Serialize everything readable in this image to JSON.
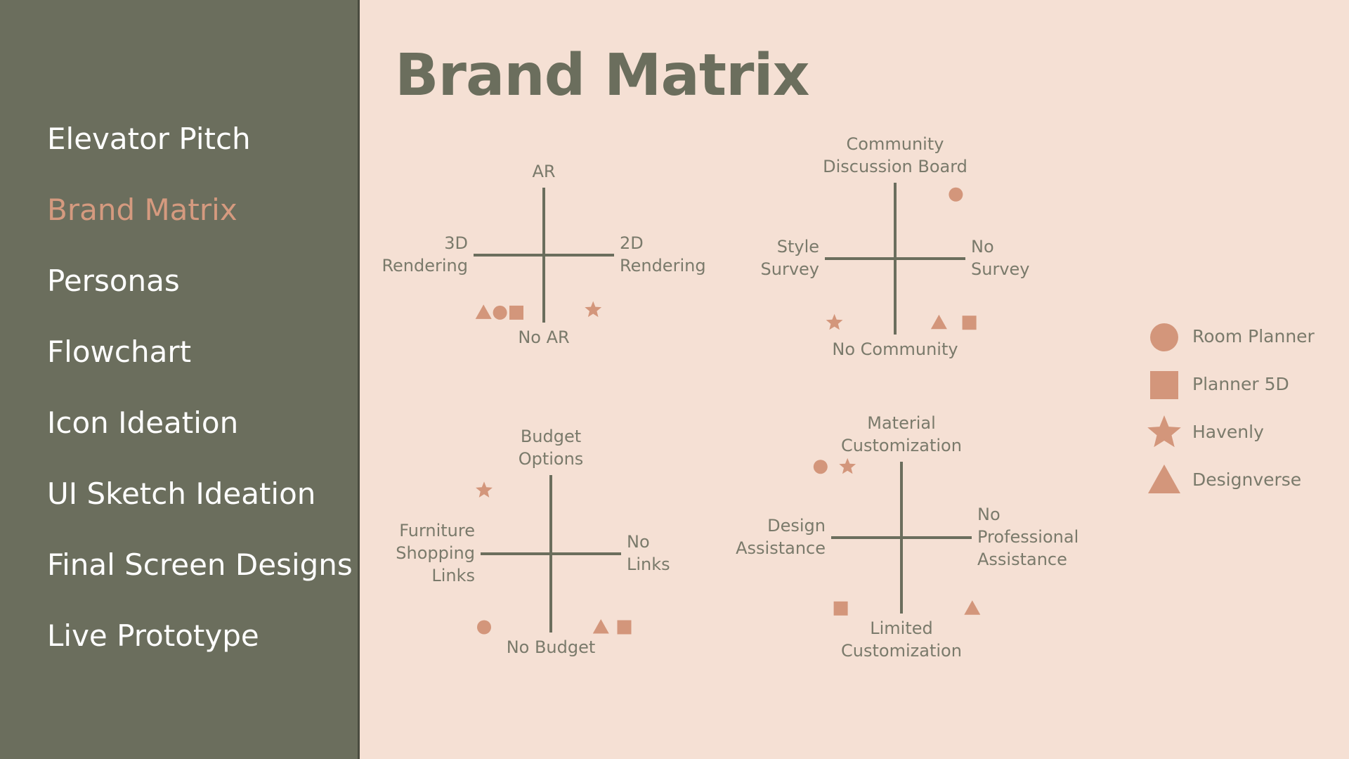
{
  "nav": {
    "items": [
      {
        "label": "Elevator Pitch"
      },
      {
        "label": "Brand Matrix",
        "active": true
      },
      {
        "label": "Personas"
      },
      {
        "label": "Flowchart"
      },
      {
        "label": "Icon Ideation"
      },
      {
        "label": "UI Sketch Ideation"
      },
      {
        "label": "Final Screen Designs"
      },
      {
        "label": "Live Prototype"
      }
    ]
  },
  "page": {
    "title": "Brand Matrix"
  },
  "colors": {
    "sidebar": "#6b6e5d",
    "background": "#f5e0d4",
    "accent": "#d59a7f",
    "axis": "#6b6e5d",
    "marker": "#d3967b",
    "label": "#7a7a6b"
  },
  "legend": [
    {
      "shape": "circle",
      "name": "Room Planner"
    },
    {
      "shape": "square",
      "name": "Planner 5D"
    },
    {
      "shape": "star",
      "name": "Havenly"
    },
    {
      "shape": "triangle",
      "name": "Designverse"
    }
  ],
  "quadrants": [
    {
      "top": [
        "AR"
      ],
      "bottom": [
        "No AR"
      ],
      "left": [
        "3D",
        "Rendering"
      ],
      "right": [
        "2D",
        "Rendering"
      ],
      "markers": [
        {
          "shape": "triangle",
          "x": -1.1,
          "y": -1.05
        },
        {
          "shape": "circle",
          "x": -0.8,
          "y": -1.05
        },
        {
          "shape": "square",
          "x": -0.5,
          "y": -1.05
        },
        {
          "shape": "star",
          "x": 0.9,
          "y": -1.0
        }
      ]
    },
    {
      "top": [
        "Community",
        "Discussion Board"
      ],
      "bottom": [
        "No Community"
      ],
      "left": [
        "Style",
        "Survey"
      ],
      "right": [
        "No",
        "Survey"
      ],
      "markers": [
        {
          "shape": "circle",
          "x": 0.9,
          "y": 0.95
        },
        {
          "shape": "star",
          "x": -0.9,
          "y": -0.95
        },
        {
          "shape": "triangle",
          "x": 0.65,
          "y": -0.95
        },
        {
          "shape": "square",
          "x": 1.1,
          "y": -0.95
        }
      ]
    },
    {
      "top": [
        "Budget",
        "Options"
      ],
      "bottom": [
        "No Budget"
      ],
      "left": [
        "Furniture",
        "Shopping",
        "Links"
      ],
      "right": [
        "No",
        "Links"
      ],
      "markers": [
        {
          "shape": "star",
          "x": -1.0,
          "y": 0.95
        },
        {
          "shape": "circle",
          "x": -1.0,
          "y": -1.1
        },
        {
          "shape": "triangle",
          "x": 0.75,
          "y": -1.1
        },
        {
          "shape": "square",
          "x": 1.1,
          "y": -1.1
        }
      ]
    },
    {
      "top": [
        "Material",
        "Customization"
      ],
      "bottom": [
        "Limited",
        "Customization"
      ],
      "left": [
        "Design",
        "Assistance"
      ],
      "right": [
        "No",
        "Professional",
        "Assistance"
      ],
      "markers": [
        {
          "shape": "circle",
          "x": -1.2,
          "y": 1.05
        },
        {
          "shape": "star",
          "x": -0.8,
          "y": 1.05
        },
        {
          "shape": "square",
          "x": -0.9,
          "y": -1.05
        },
        {
          "shape": "triangle",
          "x": 1.05,
          "y": -1.05
        }
      ]
    }
  ]
}
